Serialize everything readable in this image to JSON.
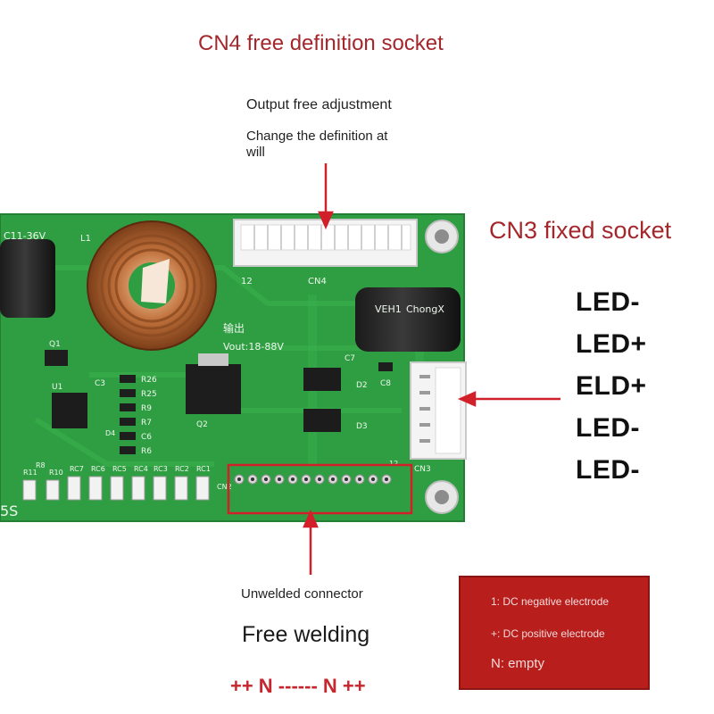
{
  "cn4": {
    "title": "CN4 free definition socket",
    "note1": "Output free adjustment",
    "note2_line1": "Change the definition at",
    "note2_line2": "will"
  },
  "cn3": {
    "title": "CN3 fixed socket",
    "pins": [
      "LED-",
      "LED+",
      "ELD+",
      "LED-",
      "LED-"
    ]
  },
  "bottom": {
    "unwelded": "Unwelded connector",
    "free_welding": "Free welding",
    "pin_pattern": "++ N ------ N ++"
  },
  "legend": {
    "line1": "1: DC negative electrode",
    "line2": "+: DC positive electrode",
    "line3": "N: empty"
  },
  "board": {
    "silkscreen": {
      "input_range": "C11-36V",
      "inductor": "L1",
      "output_cn": "输出",
      "vout": "Vout:18-88V",
      "cn4_left_pin": "12",
      "cn4_name": "CN4",
      "cn2_name": "CN2",
      "cn2_pin": "12",
      "cn3_name": "CN3",
      "cap_ref": "C7",
      "diode2": "D2",
      "diode3": "D3",
      "cap8": "C8",
      "q1": "Q1",
      "q2": "Q2",
      "u1": "U1",
      "c3": "C3",
      "r26": "R26",
      "r25": "R25",
      "r9": "R9",
      "r7": "R7",
      "c6": "C6",
      "r6": "R6",
      "r8": "R8",
      "r11": "R11",
      "r10": "R10",
      "rc7": "RC7",
      "rc6": "RC6",
      "rc5": "RC5",
      "rc4": "RC4",
      "rc3": "RC3",
      "rc2": "RC2",
      "rc1": "RC1",
      "d4": "D4",
      "edge": "5S",
      "cap_print": "VEH1",
      "cap_brand": "ChongX"
    }
  },
  "colors": {
    "accent_red": "#a3272b",
    "board_green": "#2f9e42",
    "legend_red": "#b81f1c"
  }
}
